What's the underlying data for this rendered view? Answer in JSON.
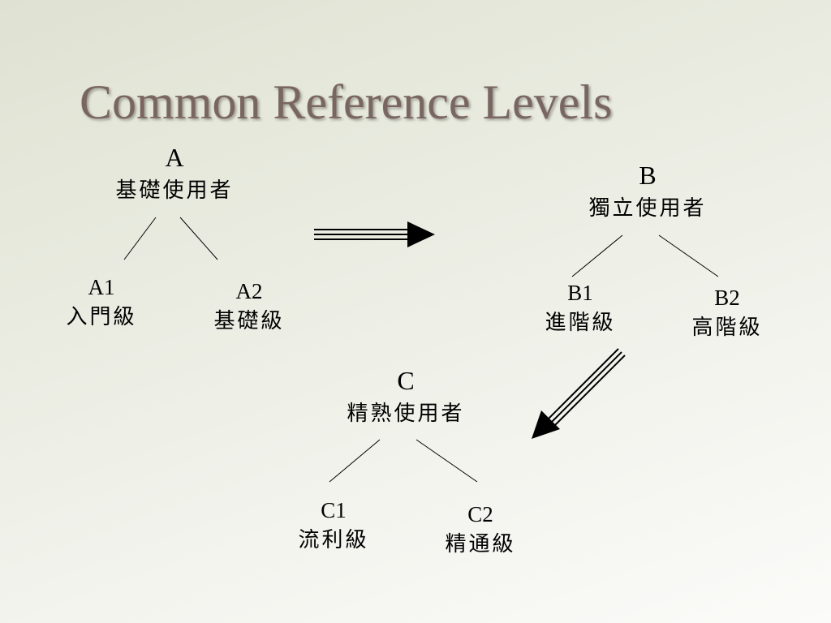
{
  "title": "Common Reference Levels",
  "levels": {
    "a": {
      "code": "A",
      "name": "基礎使用者"
    },
    "a1": {
      "code": "A1",
      "name": "入門級"
    },
    "a2": {
      "code": "A2",
      "name": "基礎級"
    },
    "b": {
      "code": "B",
      "name": "獨立使用者"
    },
    "b1": {
      "code": "B1",
      "name": "進階級"
    },
    "b2": {
      "code": "B2",
      "name": "高階級"
    },
    "c": {
      "code": "C",
      "name": "精熟使用者"
    },
    "c1": {
      "code": "C1",
      "name": "流利級"
    },
    "c2": {
      "code": "C2",
      "name": "精通級"
    }
  },
  "icons": {
    "arrow_a_to_b": "triple-line-arrow-right-icon",
    "arrow_b_to_c": "triple-line-arrow-down-left-icon"
  }
}
